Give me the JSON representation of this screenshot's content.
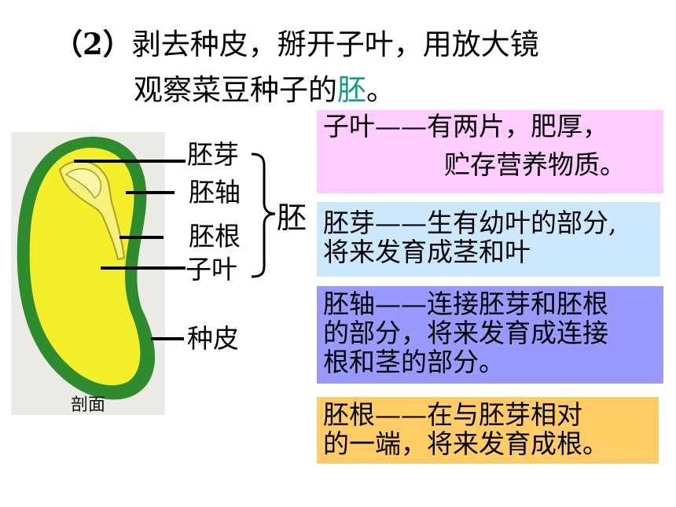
{
  "title": {
    "line1_num": "（2）",
    "line1_text": "剥去种皮，掰开子叶，用放大镜",
    "line2_text": "观察菜豆种子的",
    "line2_highlight": "胚",
    "line2_end": "。"
  },
  "diagram": {
    "section_label": "剖面",
    "labels": {
      "embryo_bud": "胚芽",
      "embryo_axis": "胚轴",
      "embryo_root": "胚根",
      "cotyledon": "子叶",
      "seed_coat": "种皮",
      "embryo": "胚"
    }
  },
  "boxes": {
    "cotyledon": {
      "line1": "子叶——有两片，肥厚，",
      "line2": "贮存营养物质。"
    },
    "embryo_bud": {
      "line1": "胚芽——生有幼叶的部分,",
      "line2": "将来发育成茎和叶"
    },
    "embryo_axis": {
      "line1": "胚轴——连接胚芽和胚根",
      "line2": "的部分，将来发育成连接",
      "line3": "根和茎的部分。"
    },
    "embryo_root": {
      "line1": "胚根——在与胚芽相对",
      "line2": "的一端，将来发育成根。"
    }
  },
  "colors": {
    "seed_coat": "#2e8b2e",
    "cotyledon": "#f5ee2a",
    "embryo_highlight": "#1a9a86",
    "box_cotyledon": "#ffccff",
    "box_bud": "#cce8ff",
    "box_axis": "#9999ff",
    "box_root": "#ffcc66"
  }
}
